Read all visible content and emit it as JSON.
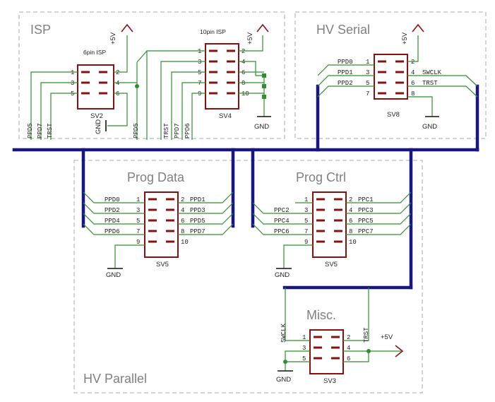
{
  "sections": {
    "isp": "ISP",
    "hv_serial": "HV Serial",
    "prog_data": "Prog Data",
    "prog_ctrl": "Prog Ctrl",
    "misc": "Misc.",
    "hv_parallel": "HV Parallel"
  },
  "power": {
    "vcc": "+5V",
    "gnd": "GND",
    "gnd_rot": "GND"
  },
  "connectors": {
    "sv2": {
      "name": "SV2",
      "caption": "6pin ISP"
    },
    "sv4": {
      "name": "SV4",
      "caption": "10pin ISP"
    },
    "sv8": {
      "name": "SV8"
    },
    "sv5a": {
      "name": "SV5"
    },
    "sv5b": {
      "name": "SV5"
    },
    "sv3": {
      "name": "SV3"
    }
  },
  "nets": {
    "isp_bottom": [
      "PPD5",
      "PPD7",
      "TRST",
      "PPD5",
      "TRST",
      "PPD7",
      "PPD6"
    ],
    "hv_serial_left": [
      "PPD0",
      "PPD1",
      "PPD2"
    ],
    "hv_serial_right": [
      "SWCLK",
      "TRST"
    ],
    "prog_data_left": [
      "PPD0",
      "PPD2",
      "PPD4",
      "PPD6"
    ],
    "prog_data_right": [
      "PPD1",
      "PPD3",
      "PPD5",
      "PPD7"
    ],
    "prog_ctrl_left": [
      "PPC2",
      "PPC4",
      "PPC6"
    ],
    "prog_ctrl_right": [
      "PPC1",
      "PPC3",
      "PPC5",
      "PPC7"
    ],
    "misc": [
      "SWCLK",
      "TRST"
    ]
  },
  "pins": [
    "1",
    "2",
    "3",
    "4",
    "5",
    "6",
    "7",
    "8",
    "9",
    "10"
  ]
}
